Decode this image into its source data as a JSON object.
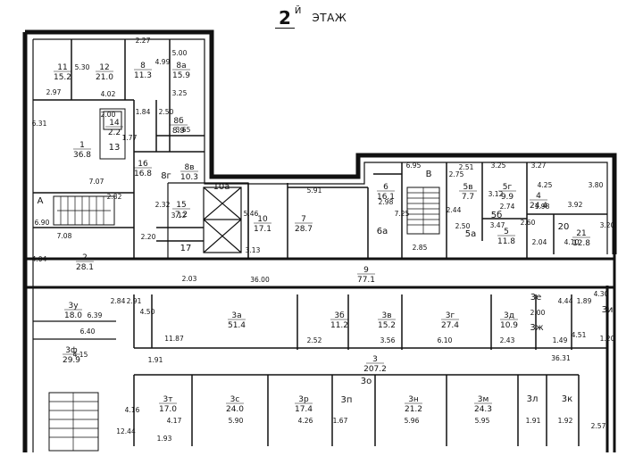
{
  "title": {
    "number": "2",
    "suffix": "Й",
    "word": "ЭТАЖ"
  },
  "rooms": [
    {
      "id": "11",
      "area": "15.2"
    },
    {
      "id": "12",
      "area": "21.0"
    },
    {
      "id": "8",
      "area": "11.3"
    },
    {
      "id": "8а",
      "area": "15.9"
    },
    {
      "id": "14",
      "area": "2.2"
    },
    {
      "id": "8б",
      "area": "8.9"
    },
    {
      "id": "1",
      "area": "36.8"
    },
    {
      "id": "13",
      "area": ""
    },
    {
      "id": "16",
      "area": "16.8"
    },
    {
      "id": "8в",
      "area": "10.3"
    },
    {
      "id": "8г",
      "area": ""
    },
    {
      "id": "15",
      "area": "7.2"
    },
    {
      "id": "17",
      "area": ""
    },
    {
      "id": "А",
      "area": ""
    },
    {
      "id": "2",
      "area": "28.1"
    },
    {
      "id": "10а",
      "area": ""
    },
    {
      "id": "10",
      "area": "17.1"
    },
    {
      "id": "7",
      "area": "28.7"
    },
    {
      "id": "6",
      "area": "16.1"
    },
    {
      "id": "6а",
      "area": ""
    },
    {
      "id": "В",
      "area": ""
    },
    {
      "id": "5в",
      "area": "7.7"
    },
    {
      "id": "5б",
      "area": ""
    },
    {
      "id": "5г",
      "area": "9.9"
    },
    {
      "id": "5а",
      "area": ""
    },
    {
      "id": "5",
      "area": "11.8"
    },
    {
      "id": "4",
      "area": "24.4"
    },
    {
      "id": "20",
      "area": ""
    },
    {
      "id": "21",
      "area": "12.8"
    },
    {
      "id": "9",
      "area": "77.1"
    },
    {
      "id": "3у",
      "area": "18.0"
    },
    {
      "id": "3ф",
      "area": "29.9"
    },
    {
      "id": "3а",
      "area": "51.4"
    },
    {
      "id": "3б",
      "area": "11.2"
    },
    {
      "id": "3в",
      "area": "15.2"
    },
    {
      "id": "3г",
      "area": "27.4"
    },
    {
      "id": "3д",
      "area": "10.9"
    },
    {
      "id": "3е",
      "area": ""
    },
    {
      "id": "3ж",
      "area": ""
    },
    {
      "id": "3и",
      "area": ""
    },
    {
      "id": "3",
      "area": "207.2"
    },
    {
      "id": "3т",
      "area": "17.0"
    },
    {
      "id": "3с",
      "area": "24.0"
    },
    {
      "id": "3р",
      "area": "17.4"
    },
    {
      "id": "3о",
      "area": ""
    },
    {
      "id": "3п",
      "area": ""
    },
    {
      "id": "3н",
      "area": "21.2"
    },
    {
      "id": "3м",
      "area": "24.3"
    },
    {
      "id": "3л",
      "area": ""
    },
    {
      "id": "3к",
      "area": ""
    }
  ],
  "dimensions": [
    "2.27",
    "4.99",
    "5.00",
    "5.30",
    "2.97",
    "4.02",
    "3.25",
    "6.31",
    "2.00",
    "1.84",
    "2.50",
    "3.65",
    "1.77",
    "7.07",
    "2.82",
    "6.90",
    "7.08",
    "4.04",
    "2.32",
    "3.12",
    "2.20",
    "5.46",
    "5.91",
    "3.13",
    "6.95",
    "2.98",
    "7.25",
    "2.85",
    "2.75",
    "2.51",
    "3.25",
    "3.27",
    "4.25",
    "3.80",
    "2.44",
    "3.12",
    "2.50",
    "3.47",
    "2.74",
    "1.98",
    "3.92",
    "2.60",
    "2.04",
    "4.10",
    "3.20",
    "2.03",
    "36.00",
    "2.91",
    "2.84",
    "6.39",
    "4.50",
    "6.40",
    "4.15",
    "11.87",
    "2.52",
    "3.56",
    "6.10",
    "2.43",
    "4.44",
    "1.89",
    "4.30",
    "1.49",
    "4.51",
    "1.20",
    "2.00",
    "1.91",
    "36.31",
    "4.16",
    "4.17",
    "5.90",
    "4.26",
    "1.67",
    "5.96",
    "5.95",
    "1.91",
    "1.92",
    "2.57",
    "12.44",
    "1.93"
  ]
}
